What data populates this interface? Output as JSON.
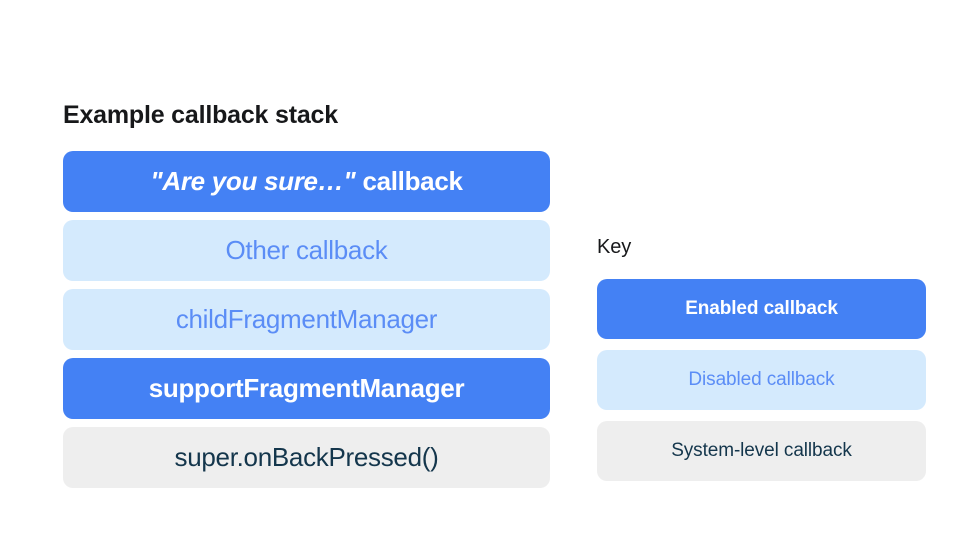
{
  "stack": {
    "title": "Example callback stack",
    "items": [
      {
        "label": "\"Are you sure…\" callback",
        "quoted_part": "\"Are you sure…\"",
        "rest_part": "callback",
        "state": "enabled"
      },
      {
        "label": "Other callback",
        "state": "disabled"
      },
      {
        "label": "childFragmentManager",
        "state": "disabled"
      },
      {
        "label": "supportFragmentManager",
        "state": "enabled"
      },
      {
        "label": "super.onBackPressed()",
        "state": "system"
      }
    ]
  },
  "key": {
    "title": "Key",
    "items": [
      {
        "label": "Enabled callback",
        "state": "enabled"
      },
      {
        "label": "Disabled callback",
        "state": "disabled"
      },
      {
        "label": "System-level callback",
        "state": "system"
      }
    ]
  },
  "colors": {
    "background": "#ffffff",
    "enabled_fill": "#4481f4",
    "enabled_text": "#ffffff",
    "disabled_fill": "#d4eafd",
    "disabled_text": "#5b8df6",
    "system_fill": "#eeeeee",
    "system_text": "#14364c",
    "title_text": "#17181a"
  }
}
